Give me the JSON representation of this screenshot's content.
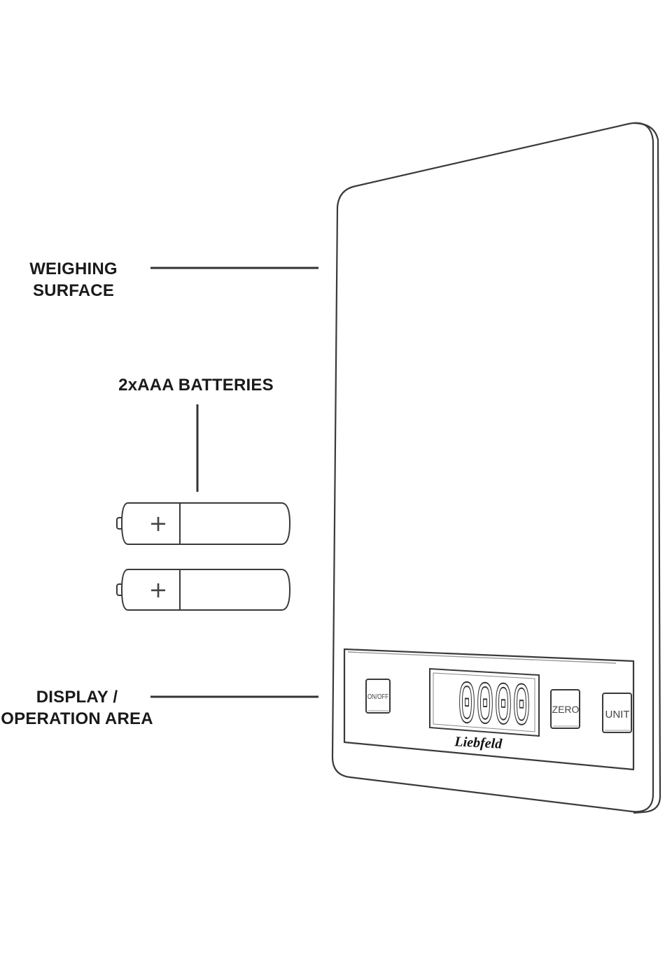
{
  "labels": {
    "weighing_surface": [
      "WEIGHING",
      "SURFACE"
    ],
    "batteries": "2xAAA BATTERIES",
    "display_area": [
      "DISPLAY /",
      "OPERATION AREA"
    ]
  },
  "scale": {
    "buttons": {
      "on_off": "ON/OFF",
      "zero": "ZERO",
      "unit": "UNIT"
    },
    "display_readout": "0000",
    "brand": "Liebfeld"
  },
  "battery_symbol": "+",
  "colors": {
    "line": "#333333",
    "text": "#1a1a1a",
    "background": "#ffffff"
  },
  "icons": [
    "battery-icon",
    "battery-icon"
  ]
}
